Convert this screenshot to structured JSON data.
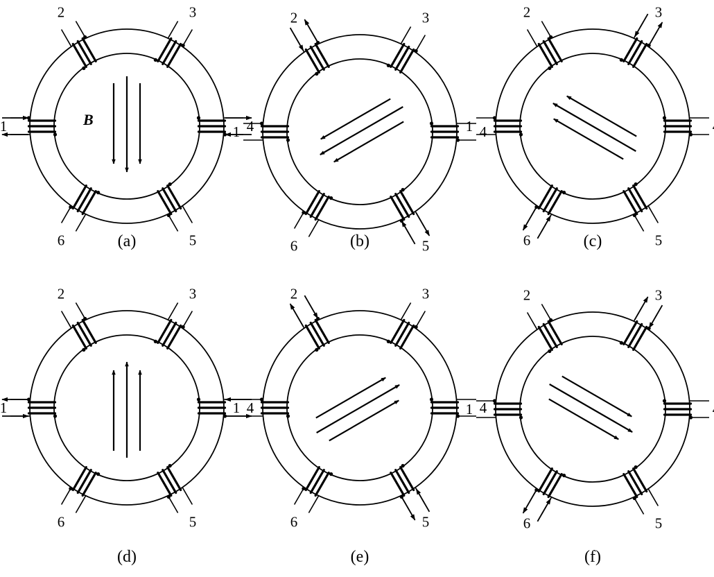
{
  "panels": [
    {
      "caption": "(a)",
      "field_angle_deg": 90,
      "field_label": "B",
      "coil_numbers": [
        "1",
        "2",
        "3",
        "4",
        "5",
        "6"
      ],
      "current_arrows": {
        "1": [
          "out",
          "in"
        ],
        "4": [
          "out",
          "in"
        ]
      }
    },
    {
      "caption": "(b)",
      "field_angle_deg": 150,
      "field_label": "",
      "coil_numbers": [
        "1",
        "2",
        "3",
        "4",
        "5",
        "6"
      ],
      "current_arrows": {
        "2": [
          "in",
          "out"
        ],
        "5": [
          "out",
          "in"
        ]
      }
    },
    {
      "caption": "(c)",
      "field_angle_deg": 210,
      "field_label": "",
      "coil_numbers": [
        "1",
        "2",
        "3",
        "4",
        "5",
        "6"
      ],
      "current_arrows": {
        "3": [
          "in",
          "out"
        ],
        "6": [
          "in",
          "out"
        ]
      }
    },
    {
      "caption": "(d)",
      "field_angle_deg": 270,
      "field_label": "",
      "coil_numbers": [
        "1",
        "2",
        "3",
        "4",
        "5",
        "6"
      ],
      "current_arrows": {
        "1": [
          "in",
          "out"
        ],
        "4": [
          "in",
          "out"
        ]
      }
    },
    {
      "caption": "(e)",
      "field_angle_deg": 330,
      "field_label": "",
      "coil_numbers": [
        "1",
        "2",
        "3",
        "4",
        "5",
        "6"
      ],
      "current_arrows": {
        "2": [
          "out",
          "in"
        ],
        "5": [
          "in",
          "out"
        ]
      }
    },
    {
      "caption": "(f)",
      "field_angle_deg": 30,
      "field_label": "",
      "coil_numbers": [
        "1",
        "2",
        "3",
        "4",
        "5",
        "6"
      ],
      "current_arrows": {
        "3": [
          "out",
          "in"
        ],
        "6": [
          "in",
          "out"
        ]
      }
    }
  ]
}
